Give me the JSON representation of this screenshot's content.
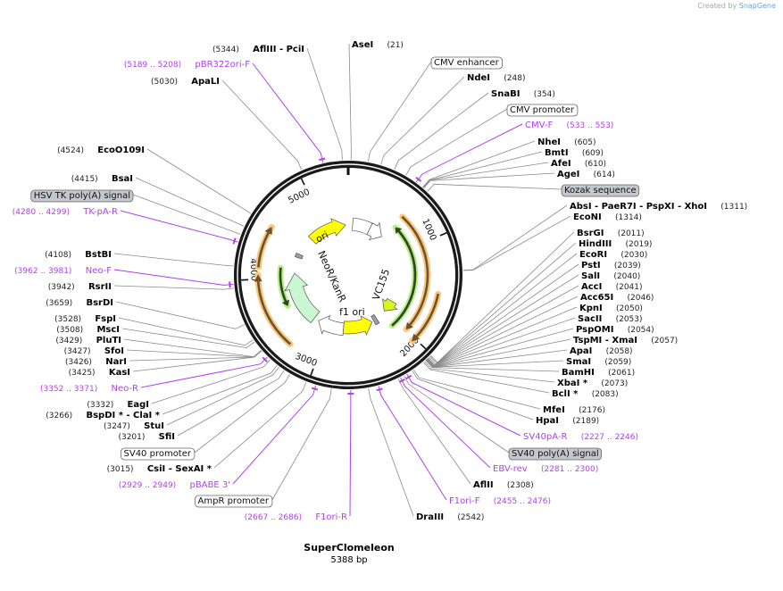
{
  "credit": {
    "prefix": "Created by",
    "brand": "SnapGene"
  },
  "plasmid": {
    "name": "SuperClomeleon",
    "length_text": "5388 bp",
    "length_bp": 5388
  },
  "ticks": [
    {
      "label": "1000",
      "bp": 1000
    },
    {
      "label": "2000",
      "bp": 2000
    },
    {
      "label": "3000",
      "bp": 3000
    },
    {
      "label": "4000",
      "bp": 4000
    },
    {
      "label": "5000",
      "bp": 5000
    }
  ],
  "colors": {
    "primer": "#b040f0",
    "feature_orange": "#f9c67a",
    "feature_green": "#b9ef8c",
    "ori": "#ffff00",
    "neo": "#c8f7d2",
    "vc155": "#d8f520",
    "gray_feature": "#9aa0a8"
  },
  "labels": [
    {
      "type": "enzyme",
      "name": "AseI",
      "pos_text": "(21)",
      "site": 21
    },
    {
      "type": "feature",
      "name": "CMV enhancer",
      "style": "white",
      "site": 150
    },
    {
      "type": "enzyme",
      "name": "NdeI",
      "pos_text": "(248)",
      "site": 248
    },
    {
      "type": "enzyme",
      "name": "SnaBI",
      "pos_text": "(354)",
      "site": 354
    },
    {
      "type": "feature",
      "name": "CMV promoter",
      "style": "white",
      "site": 450
    },
    {
      "type": "primer",
      "name": "CMV-F",
      "pos_text": "(533 .. 553)",
      "site": 543
    },
    {
      "type": "enzyme",
      "name": "NheI",
      "pos_text": "(605)",
      "site": 605
    },
    {
      "type": "enzyme",
      "name": "BmtI",
      "pos_text": "(609)",
      "site": 609
    },
    {
      "type": "enzyme",
      "name": "AfeI",
      "pos_text": "(610)",
      "site": 610
    },
    {
      "type": "enzyme",
      "name": "AgeI",
      "pos_text": "(614)",
      "site": 614
    },
    {
      "type": "feature",
      "name": "Kozak sequence",
      "style": "gray",
      "site": 650
    },
    {
      "type": "enzyme",
      "name": "AbsI  - PaeR7I  - PspXI  - XhoI",
      "pos_text": "(1311)",
      "site": 1311
    },
    {
      "type": "enzyme",
      "name": "EcoNI",
      "pos_text": "(1314)",
      "site": 1314
    },
    {
      "type": "enzyme",
      "name": "BsrGI",
      "pos_text": "(2011)",
      "site": 2011
    },
    {
      "type": "enzyme",
      "name": "HindIII",
      "pos_text": "(2019)",
      "site": 2019
    },
    {
      "type": "enzyme",
      "name": "EcoRI",
      "pos_text": "(2030)",
      "site": 2030
    },
    {
      "type": "enzyme",
      "name": "PstI",
      "pos_text": "(2039)",
      "site": 2039
    },
    {
      "type": "enzyme",
      "name": "SalI",
      "pos_text": "(2040)",
      "site": 2040
    },
    {
      "type": "enzyme",
      "name": "AccI",
      "pos_text": "(2041)",
      "site": 2041
    },
    {
      "type": "enzyme",
      "name": "Acc65I",
      "pos_text": "(2046)",
      "site": 2046
    },
    {
      "type": "enzyme",
      "name": "KpnI",
      "pos_text": "(2050)",
      "site": 2050
    },
    {
      "type": "enzyme",
      "name": "SacII",
      "pos_text": "(2053)",
      "site": 2053
    },
    {
      "type": "enzyme",
      "name": "PspOMI",
      "pos_text": "(2054)",
      "site": 2054
    },
    {
      "type": "enzyme",
      "name": "TspMI  - XmaI",
      "pos_text": "(2057)",
      "site": 2057
    },
    {
      "type": "enzyme",
      "name": "ApaI",
      "pos_text": "(2058)",
      "site": 2058
    },
    {
      "type": "enzyme",
      "name": "SmaI",
      "pos_text": "(2059)",
      "site": 2059
    },
    {
      "type": "enzyme",
      "name": "BamHI",
      "pos_text": "(2061)",
      "site": 2061
    },
    {
      "type": "enzyme",
      "name": "XbaI *",
      "pos_text": "(2073)",
      "site": 2073
    },
    {
      "type": "enzyme",
      "name": "BclI *",
      "pos_text": "(2083)",
      "site": 2083
    },
    {
      "type": "enzyme",
      "name": "MfeI",
      "pos_text": "(2176)",
      "site": 2176
    },
    {
      "type": "enzyme",
      "name": "HpaI",
      "pos_text": "(2189)",
      "site": 2189
    },
    {
      "type": "primer",
      "name": "SV40pA-R",
      "pos_text": "(2227 .. 2246)",
      "site": 2236
    },
    {
      "type": "feature",
      "name": "SV40 poly(A) signal",
      "style": "gray",
      "site": 2260
    },
    {
      "type": "primer",
      "name": "EBV-rev",
      "pos_text": "(2281 .. 2300)",
      "site": 2290
    },
    {
      "type": "enzyme",
      "name": "AflII",
      "pos_text": "(2308)",
      "site": 2308
    },
    {
      "type": "primer",
      "name": "F1ori-F",
      "pos_text": "(2455 .. 2476)",
      "site": 2465
    },
    {
      "type": "enzyme",
      "name": "DraIII",
      "pos_text": "(2542)",
      "site": 2542
    },
    {
      "type": "primer",
      "name": "F1ori-R",
      "pos_text": "(2667 .. 2686)",
      "site": 2676
    },
    {
      "type": "feature",
      "name": "AmpR promoter",
      "style": "white",
      "site": 2820
    },
    {
      "type": "primer",
      "name": "pBABE 3'",
      "pos_text": "(2929 .. 2949)",
      "site": 2939
    },
    {
      "type": "enzyme",
      "name": "CsiI  - SexAI *",
      "pos_text": "(3015)",
      "site": 3015
    },
    {
      "type": "feature",
      "name": "SV40 promoter",
      "style": "white",
      "site": 3150
    },
    {
      "type": "enzyme",
      "name": "SfiI",
      "pos_text": "(3201)",
      "site": 3201
    },
    {
      "type": "enzyme",
      "name": "StuI",
      "pos_text": "(3247)",
      "site": 3247
    },
    {
      "type": "enzyme",
      "name": "BspDI *  - ClaI *",
      "pos_text": "(3266)",
      "site": 3266
    },
    {
      "type": "enzyme",
      "name": "EagI",
      "pos_text": "(3332)",
      "site": 3332
    },
    {
      "type": "primer",
      "name": "Neo-R",
      "pos_text": "(3352 .. 3371)",
      "site": 3361
    },
    {
      "type": "enzyme",
      "name": "KasI",
      "pos_text": "(3425)",
      "site": 3425
    },
    {
      "type": "enzyme",
      "name": "NarI",
      "pos_text": "(3426)",
      "site": 3426
    },
    {
      "type": "enzyme",
      "name": "SfoI",
      "pos_text": "(3427)",
      "site": 3427
    },
    {
      "type": "enzyme",
      "name": "PluTI",
      "pos_text": "(3429)",
      "site": 3429
    },
    {
      "type": "enzyme",
      "name": "MscI",
      "pos_text": "(3508)",
      "site": 3508
    },
    {
      "type": "enzyme",
      "name": "FspI",
      "pos_text": "(3528)",
      "site": 3528
    },
    {
      "type": "enzyme",
      "name": "BsrDI",
      "pos_text": "(3659)",
      "site": 3659
    },
    {
      "type": "enzyme",
      "name": "RsrII",
      "pos_text": "(3942)",
      "site": 3942
    },
    {
      "type": "primer",
      "name": "Neo-F",
      "pos_text": "(3962 .. 3981)",
      "site": 3971
    },
    {
      "type": "enzyme",
      "name": "BstBI",
      "pos_text": "(4108)",
      "site": 4108
    },
    {
      "type": "primer",
      "name": "TK-pA-R",
      "pos_text": "(4280 .. 4299)",
      "site": 4290
    },
    {
      "type": "feature",
      "name": "HSV TK poly(A) signal",
      "style": "gray",
      "site": 4350
    },
    {
      "type": "enzyme",
      "name": "BsaI",
      "pos_text": "(4415)",
      "site": 4415
    },
    {
      "type": "enzyme",
      "name": "EcoO109I",
      "pos_text": "(4524)",
      "site": 4524
    },
    {
      "type": "enzyme",
      "name": "ApaLI",
      "pos_text": "(5030)",
      "site": 5030
    },
    {
      "type": "primer",
      "name": "pBR322ori-F",
      "pos_text": "(5189 .. 5208)",
      "site": 5198
    },
    {
      "type": "enzyme",
      "name": "AflIII  - PciI",
      "pos_text": "(5344)",
      "site": 5344
    }
  ],
  "inner_labels": {
    "ori": "ori",
    "neo": "NeoR/KanR",
    "f1": "f1 ori",
    "vc155": "VC155"
  }
}
